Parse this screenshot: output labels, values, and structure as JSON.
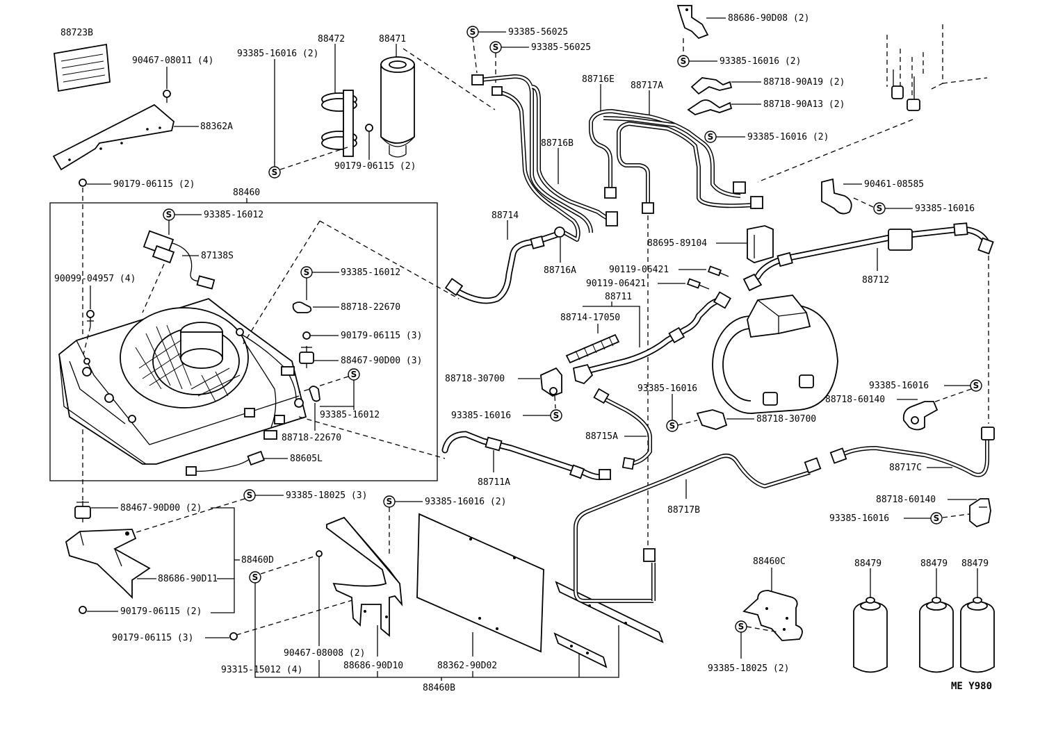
{
  "diagram": {
    "drawing_code": "ME Y980",
    "screw_symbol": "S",
    "labels": {
      "l88723B": "88723B",
      "l90467_08011": "90467-08011 (4)",
      "l88472": "88472",
      "l88471": "88471",
      "l93385_16016_2a": "93385-16016 (2)",
      "l88362A": "88362A",
      "l90179_06115_2a": "90179-06115 (2)",
      "l90179_06115_2b": "90179-06115 (2)",
      "l88460": "88460",
      "l93385_16012a": "93385-16012",
      "l87138S": "87138S",
      "l90099_04957": "90099-04957 (4)",
      "l93385_16012b": "93385-16012",
      "l88718_22670a": "88718-22670",
      "l90179_06115_3a": "90179-06115 (3)",
      "l88467_90D00_3": "88467-90D00 (3)",
      "l93385_16012c": "93385-16012",
      "l88718_22670b": "88718-22670",
      "l88605L": "88605L",
      "l93385_56025a": "93385-56025",
      "l93385_56025b": "93385-56025",
      "l88716B": "88716B",
      "l88714": "88714",
      "l88716A": "88716A",
      "l88716E": "88716E",
      "l88717A": "88717A",
      "l88686_90D08": "88686-90D08 (2)",
      "l93385_16016_2b": "93385-16016 (2)",
      "l88718_90A19": "88718-90A19 (2)",
      "l88718_90A13": "88718-90A13 (2)",
      "l93385_16016_2c": "93385-16016 (2)",
      "l90461_08585": "90461-08585",
      "l93385_16016a": "93385-16016",
      "l88695_89104": "88695-89104",
      "l90119_06421a": "90119-06421",
      "l90119_06421b": "90119-06421",
      "l88711": "88711",
      "l88714_17050": "88714-17050",
      "l88712": "88712",
      "l88718_30700a": "88718-30700",
      "l93385_16016b": "93385-16016",
      "l93385_16016c": "93385-16016",
      "l88718_30700b": "88718-30700",
      "l88715A": "88715A",
      "l88711A": "88711A",
      "l93385_16016d": "93385-16016",
      "l88718_60140a": "88718-60140",
      "l88717C": "88717C",
      "l88718_60140b": "88718-60140",
      "l93385_16016e": "93385-16016",
      "l88717B": "88717B",
      "l88467_90D00_2": "88467-90D00 (2)",
      "l93385_18025_3": "93385-18025 (3)",
      "l93385_16016_2d": "93385-16016 (2)",
      "l88460D": "88460D",
      "l88686_90D11": "88686-90D11",
      "l90179_06115_3b": "90179-06115 (3)",
      "l90467_08008": "90467-08008 (2)",
      "l93315_15012": "93315-15012 (4)",
      "l88686_90D10": "88686-90D10",
      "l88362_90D02": "88362-90D02",
      "l88460B": "88460B",
      "l88460C": "88460C",
      "l93385_18025_2": "93385-18025 (2)",
      "l88479a": "88479",
      "l88479b": "88479",
      "l88479c": "88479"
    }
  }
}
